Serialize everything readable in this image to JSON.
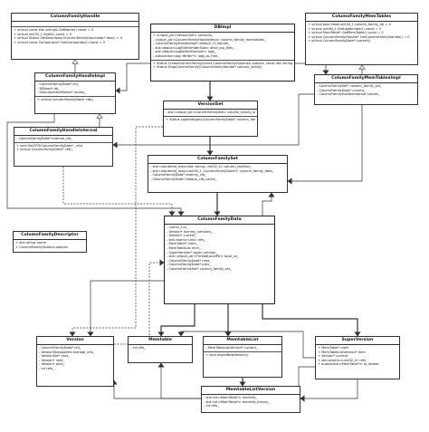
{
  "classes": {
    "cfh": {
      "title": "ColumnFamilyHandle",
      "sections": [
        [],
        [
          "+ virtual const std::string& GetName() const = 0",
          "+ virtual uint32_t GetID() const = 0",
          "+ virtual Status GetDescriptor(ColumnFamilyDescriptor* desc) = 0",
          "+ virtual const Comparator* GetComparator() const = 0"
        ]
      ]
    },
    "dbimpl": {
      "title": "DBImpl",
      "sections": [
        [
          "+ unique_ptr<VersionSet> versions_",
          "- unique_ptr<ColumnFamilyHandleImpl> column_family_memtables_",
          "- ColumnFamilyHandleImpl* default_cf_handle_",
          "- std::deque<LogFileNumberSize> alive_log_files_",
          "- std::deque<LogWriterNumber> logs_",
          "- autovector<log::Writer*> logs_to_free_"
        ],
        [
          "+ Status CreateColumnFamily(const ColumnFamilyOptions& options, const std::string& name, ColumnFamilyHandle** handle)",
          "+ Status DropColumnFamily(ColumnFamilyHandle* column_family)"
        ]
      ]
    },
    "cfmt": {
      "title": "ColumnFamilyMemTables",
      "sections": [
        [
          "+ virtual bool Seek(uint32_t column_family_id) = 0",
          "+ virtual uint64_t GetLogNumber() const = 0",
          "+ virtual MemTable* GetMemTable() const = 0",
          "+ virtual ColumnFamilyHandle* GetColumnFamilyHandle() = 0",
          "+ virtual ColumnFamilyData* current()"
        ]
      ]
    },
    "cfhi": {
      "title": "ColumnFamilyHandleImpl",
      "sections": [
        [
          "- ColumnFamilyData* cfd_",
          "- DBImpl* db_",
          "- InstrumentedMutex* mutex_"
        ],
        [
          "+ virtual ColumnFamilyData* cfd()"
        ]
      ]
    },
    "cfmti": {
      "title": "ColumnFamilyMemTablesImpl",
      "sections": [
        [
          "- ColumnFamilySet* column_family_set_",
          "- ColumnFamilyData* current_",
          "- ColumnFamilyHandleInternal handle_"
        ]
      ]
    },
    "vset": {
      "title": "VersionSet",
      "sections": [
        [
          "- std::unique_ptr<ColumnFamilySet> column_family_set_"
        ],
        [
          "+ Status LogAndApply(ColumnFamilyData* column_family_data, ...)"
        ]
      ]
    },
    "cfhint": {
      "title": "ColumnFamilyHandleInternal",
      "sections": [
        [
          "- ColumnFamilyData* internal_cfd_"
        ],
        [
          "+ void SetCFD(ColumnFamilyData* _cfd)",
          "+ virtual ColumnFamilyData* cfd()"
        ]
      ]
    },
    "cfset": {
      "title": "ColumnFamilySet",
      "sections": [
        [
          "- std::unordered_map<std::string, uint32_t> column_families_",
          "- std::unordered_map<uint32_t, ColumnFamilyData*> column_family_data_",
          "- ColumnFamilyData* dummy_cfd_",
          "- ColumnFamilyData* default_cfd_cache_"
        ]
      ]
    },
    "cfdesc": {
      "title": "ColumnFamilyDescriptor",
      "sections": [
        [
          "+ std::string name",
          "+ ColumnFamilyOptions options"
        ]
      ]
    },
    "cfdata": {
      "title": "ColumnFamilyData",
      "sections": [
        [
          "- uint32_t id_",
          "- Version* dummy_versions_",
          "- Version* current_",
          "- std::atomic<int> refs_",
          "- MemTable* mem_",
          "- MemTableList imm_",
          "- SuperVersion* super_version_",
          "- std::unique_ptr<ThreadLocalPtr> local_sv_",
          "- ColumnFamilyData* next_",
          "- ColumnFamilyData* prev_",
          "- ColumnFamilySet* column_family_set_"
        ]
      ]
    },
    "version": {
      "title": "Version",
      "sections": [
        [
          "- ColumnFamilyData* cfd_",
          "- VersionStorageInfo storage_info_",
          "- VersionSet* vset_",
          "- Version* next_",
          "- Version* prev_",
          "- int refs_"
        ]
      ]
    },
    "memtable": {
      "title": "Memtable",
      "sections": [
        [
          "- int refs_"
        ]
      ]
    },
    "mtlist": {
      "title": "MemtableList",
      "sections": [
        [
          "- MemTableListVersion* current_"
        ],
        [
          "+ void InstallNewVersion()"
        ]
      ]
    },
    "superv": {
      "title": "SuperVersion",
      "sections": [
        [
          "+ MemTable* mem",
          "+ MemTableListVersion* imm",
          "+ Version* current",
          "+ std::atomic<uint32_t> refs",
          "+ autovector<MemTable*> to_delete"
        ]
      ]
    },
    "mtlv": {
      "title": "MemtableListVersion",
      "sections": [
        [
          "- std::list<MemTable*> memlist_",
          "- std::list<MemTable*> memlist_history_",
          "- int refs_"
        ]
      ]
    }
  },
  "colors": {
    "line": "#333333",
    "box_border": "#333333",
    "background": "#ffffff"
  }
}
